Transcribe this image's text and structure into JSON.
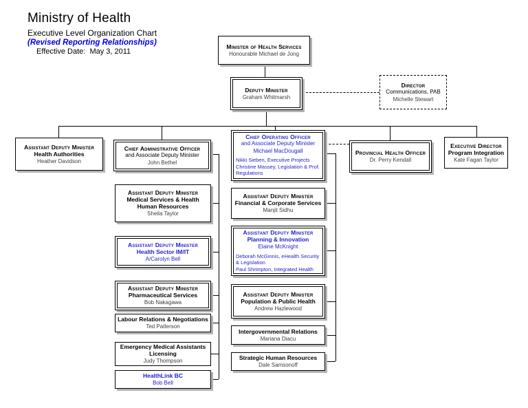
{
  "header": {
    "title": "Ministry of Health",
    "subtitle": "Executive Level Organization Chart",
    "revision_note": "(Revised Reporting Relationships)",
    "effective_date": "Effective Date:  May 3, 2011"
  },
  "colors": {
    "accent_blue": "#1f1fc8",
    "revision_blue": "#0000dd",
    "line_black": "#000000",
    "box_shadow_gray": "#b4b4b4",
    "background": "#ffffff"
  },
  "boxes": {
    "minister": {
      "title": "Minister of Health Services",
      "name": "Honourable Michael de Jong"
    },
    "deputy_minister": {
      "title": "Deputy Minister",
      "name": "Graham Whitmarsh"
    },
    "director": {
      "title": "Director",
      "line1": "Communications, PAB",
      "name": "Michelle Stewart"
    },
    "adm_health_authorities": {
      "title": "Assistant Deputy Minister",
      "dept": "Health Authorities",
      "name": "Heather Davidson"
    },
    "cao": {
      "title": "Chief Administrative Officer",
      "line1": "and Associate Deputy Minister",
      "name": "John Bethel"
    },
    "coo": {
      "title": "Chief Operating Officer",
      "line1": "and Associate Deputy Minister",
      "name": "Michael MacDougall",
      "extra1": "Nikki Sieben, Executive Projects",
      "extra2": "Christine Massey, Legislation & Prof. Regulations"
    },
    "pho": {
      "title": "Provincial Health Officer",
      "name": "Dr. Perry Kendall"
    },
    "ed_program_integration": {
      "title": "Executive Director",
      "dept": "Program Integration",
      "name": "Kate Fagan Taylor"
    },
    "adm_medical_services": {
      "title": "Assistant Deputy Minister",
      "dept": "Medical Services & Health",
      "dept2": "Human Resources",
      "name": "Sheila Taylor"
    },
    "adm_health_sector_imit": {
      "title": "Assistant Deputy Minister",
      "dept": "Health Sector IM/IT",
      "name": "A/Carolyn Bell"
    },
    "adm_pharmaceutical": {
      "title": "Assistant Deputy Minister",
      "dept": "Pharmaceutical Services",
      "name": "Bob Nakagawa"
    },
    "labour_relations": {
      "dept": "Labour Relations & Negotiations",
      "name": "Ted Patterson"
    },
    "ema_licensing": {
      "dept": "Emergency Medical Assistants",
      "dept2": "Licensing",
      "name": "Judy Thompson"
    },
    "healthlink_bc": {
      "dept": "HealthLink BC",
      "name": "Bob Bell"
    },
    "adm_financial": {
      "title": "Assistant Deputy Minister",
      "dept": "Financial & Corporate Services",
      "name": "Manjit Sidhu"
    },
    "adm_planning": {
      "title": "Assistant Deputy Minister",
      "dept": "Planning & Innovation",
      "name": "Elaine McKnight",
      "extra1": "Deborah McGinnis, eHealth Security & Legislation",
      "extra2": "Paul Shrimpton, Integrated Health"
    },
    "adm_population": {
      "title": "Assistant Deputy Minister",
      "dept": "Population & Public Health",
      "name": "Andrew Hazlewood"
    },
    "intergovernmental_relations": {
      "dept": "Intergovernmental Relations",
      "name": "Mariana Diacu"
    },
    "strategic_hr": {
      "dept": "Strategic Human Resources",
      "name": "Dale Samsonoff"
    }
  }
}
